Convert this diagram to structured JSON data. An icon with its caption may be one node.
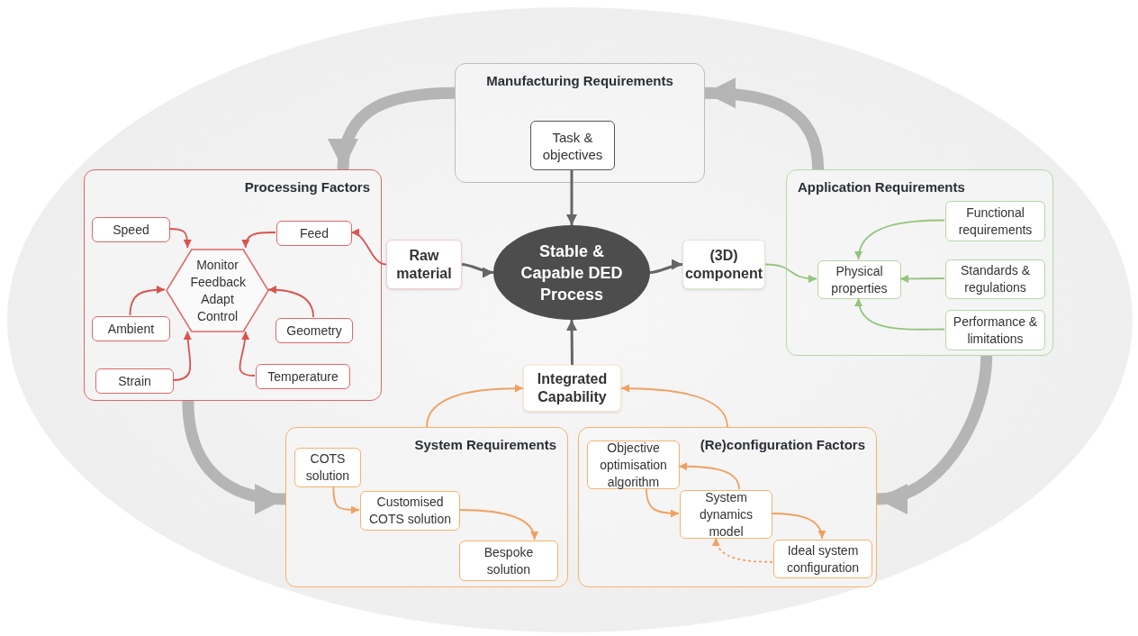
{
  "diagram": {
    "nodes": [
      {
        "text": [
          "Manufacturing Requirements"
        ]
      },
      {
        "text": [
          "Task & objectives"
        ],
        "in": 0
      },
      {
        "text": [
          "Processing Factors"
        ]
      },
      {
        "text": [
          "Speed"
        ],
        "in": 2
      },
      {
        "text": [
          "Feed"
        ],
        "in": 2
      },
      {
        "text": [
          "Monitor Feedback Adapt Control"
        ],
        "in": 2
      },
      {
        "text": [
          "Ambient"
        ],
        "in": 2
      },
      {
        "text": [
          "Geometry"
        ],
        "in": 2
      },
      {
        "text": [
          "Strain"
        ],
        "in": 2
      },
      {
        "text": [
          "Temperature"
        ],
        "in": 2
      },
      {
        "text": [
          "Raw material"
        ]
      },
      {
        "text": [
          "Stable & Capable DED Process"
        ]
      },
      {
        "text": [
          "(3D) component"
        ]
      },
      {
        "text": [
          "Application Requirements"
        ]
      },
      {
        "text": [
          "Functional requirements"
        ],
        "in": 13
      },
      {
        "text": [
          "Physical properties"
        ],
        "in": 13
      },
      {
        "text": [
          "Standards & regulations"
        ],
        "in": 13
      },
      {
        "text": [
          "Performance & limitations"
        ],
        "in": 13
      },
      {
        "text": [
          "Integrated Capability"
        ]
      },
      {
        "text": [
          "System Requirements"
        ]
      },
      {
        "text": [
          "COTS solution"
        ],
        "in": 19
      },
      {
        "text": [
          "Customised COTS solution"
        ],
        "in": 19
      },
      {
        "text": [
          "Bespoke solution"
        ],
        "in": 19
      },
      {
        "text": [
          "(Re)configuration Factors"
        ]
      },
      {
        "text": [
          "Objective optimisation algorithm"
        ],
        "in": 23
      },
      {
        "text": [
          "System dynamics model"
        ],
        "in": 23
      },
      {
        "text": [
          "Ideal system configuration"
        ],
        "in": 23
      }
    ],
    "edges": [
      {
        "from": 1,
        "to": 11,
        "arrow": "to",
        "color": "#666666"
      },
      {
        "from": 10,
        "to": 11,
        "arrow": "to",
        "color": "#666666"
      },
      {
        "from": 11,
        "to": 12,
        "arrow": "to",
        "color": "#666666"
      },
      {
        "from": 18,
        "to": 11,
        "arrow": "to",
        "color": "#666666"
      },
      {
        "from": 10,
        "to": 4,
        "arrow": "to",
        "color": "#d9534f"
      },
      {
        "from": 3,
        "to": 5,
        "arrow": "to",
        "color": "#d9534f"
      },
      {
        "from": 4,
        "to": 5,
        "arrow": "to",
        "color": "#d9534f"
      },
      {
        "from": 6,
        "to": 5,
        "arrow": "to",
        "color": "#d9534f"
      },
      {
        "from": 8,
        "to": 5,
        "arrow": "to",
        "color": "#d9534f"
      },
      {
        "from": 7,
        "to": 5,
        "arrow": "to",
        "color": "#d9534f"
      },
      {
        "from": 9,
        "to": 5,
        "arrow": "to",
        "color": "#d9534f"
      },
      {
        "from": 12,
        "to": 15,
        "arrow": "to",
        "color": "#93c47d"
      },
      {
        "from": 14,
        "to": 15,
        "arrow": "to",
        "color": "#93c47d"
      },
      {
        "from": 16,
        "to": 15,
        "arrow": "to",
        "color": "#93c47d"
      },
      {
        "from": 17,
        "to": 15,
        "arrow": "to",
        "color": "#93c47d"
      },
      {
        "from": 19,
        "to": 18,
        "arrow": "to",
        "color": "#f0a060"
      },
      {
        "from": 23,
        "to": 18,
        "arrow": "to",
        "color": "#f0a060"
      },
      {
        "from": 20,
        "to": 21,
        "arrow": "to",
        "color": "#f0a060"
      },
      {
        "from": 21,
        "to": 22,
        "arrow": "to",
        "color": "#f0a060"
      },
      {
        "from": 24,
        "to": 25,
        "arrow": "to",
        "color": "#f0a060"
      },
      {
        "from": 25,
        "to": 24,
        "arrow": "to",
        "color": "#f0a060"
      },
      {
        "from": 25,
        "to": 26,
        "arrow": "to",
        "color": "#f0a060"
      },
      {
        "from": 26,
        "to": 25,
        "arrow": "to",
        "style": "dashed",
        "color": "#f0a060"
      },
      {
        "from": 0,
        "to": 2,
        "arrow": "to",
        "style": "thick",
        "color": "#b5b5b5"
      },
      {
        "from": 2,
        "to": 19,
        "arrow": "to",
        "style": "thick",
        "color": "#b5b5b5"
      },
      {
        "from": 13,
        "to": 23,
        "arrow": "to",
        "style": "thick",
        "color": "#b5b5b5"
      },
      {
        "from": 13,
        "to": 0,
        "arrow": "to",
        "style": "thick",
        "color": "#b5b5b5"
      }
    ]
  }
}
